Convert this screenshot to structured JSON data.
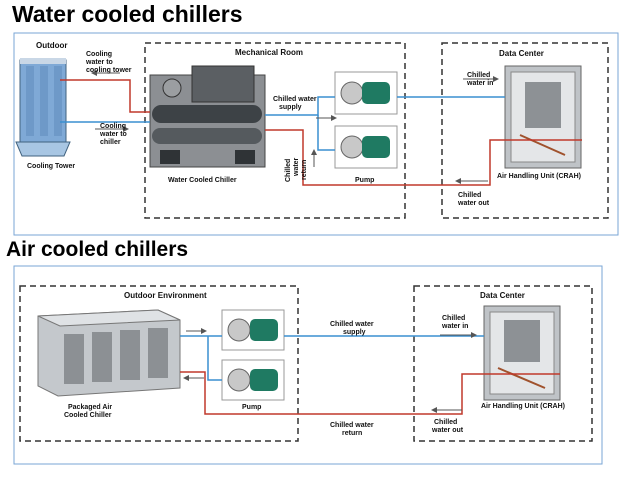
{
  "section1": {
    "title": "Water cooled chillers",
    "outdoor": "Outdoor",
    "cooling_to_tower": [
      "Cooling",
      "water to",
      "cooling tower"
    ],
    "cooling_to_chiller": [
      "Cooling",
      "water to",
      "chiller"
    ],
    "cooling_tower": "Cooling Tower",
    "mechanical_room": "Mechanical Room",
    "chiller": "Water Cooled Chiller",
    "supply": [
      "Chilled water",
      "supply"
    ],
    "return": [
      "Chilled",
      "water",
      "return"
    ],
    "pump": "Pump",
    "data_center": "Data Center",
    "water_in": [
      "Chilled",
      "water in"
    ],
    "ahu": "Air Handling Unit (CRAH)",
    "water_out": [
      "Chilled",
      "water out"
    ]
  },
  "section2": {
    "title": "Air cooled chillers",
    "outdoor_env": "Outdoor Environment",
    "chiller": [
      "Packaged Air",
      "Cooled Chiller"
    ],
    "pump": "Pump",
    "supply": [
      "Chilled water",
      "supply"
    ],
    "return": [
      "Chilled water",
      "return"
    ],
    "data_center": "Data Center",
    "water_in": [
      "Chilled",
      "water in"
    ],
    "ahu": "Air Handling Unit (CRAH)",
    "water_out": [
      "Chilled",
      "water out"
    ]
  },
  "colors": {
    "supply_line": "#3a8fd0",
    "return_line": "#c0392b",
    "frame": "#7aa6d6",
    "pump_green": "#1f7a62"
  }
}
